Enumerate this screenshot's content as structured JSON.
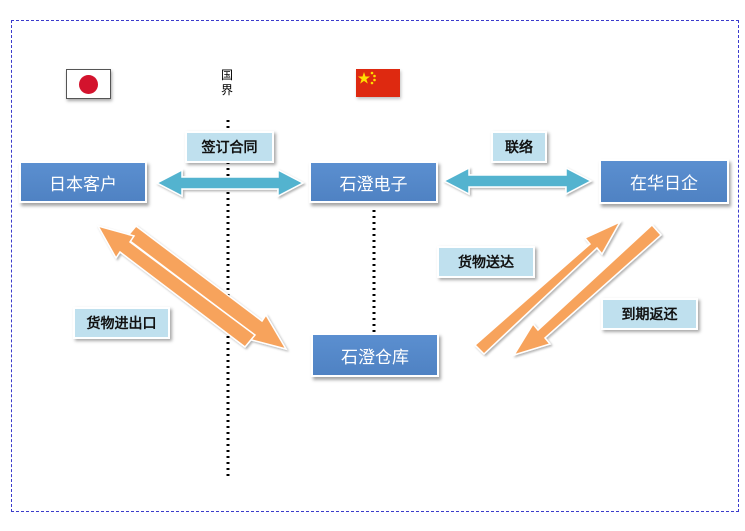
{
  "border_label": "国界",
  "nodes": {
    "japan_client": "日本客户",
    "shicheng_electronics": "石澄电子",
    "japan_firm_in_china": "在华日企",
    "shicheng_warehouse": "石澄仓库"
  },
  "tags": {
    "sign_contract": "签订合同",
    "liaison": "联络",
    "goods_delivery": "货物送达",
    "return_on_expiry": "到期返还",
    "goods_import_export": "货物进出口"
  },
  "flags": [
    {
      "name": "japan-flag-icon",
      "country": "Japan"
    },
    {
      "name": "china-flag-icon",
      "country": "China"
    }
  ],
  "colors": {
    "node_fill": "#4f82c3",
    "tag_fill": "#bfe0ee",
    "cyan_arrow": "#53b3cf",
    "orange_arrow": "#f7a35c",
    "frame": "#3b3bcc"
  }
}
